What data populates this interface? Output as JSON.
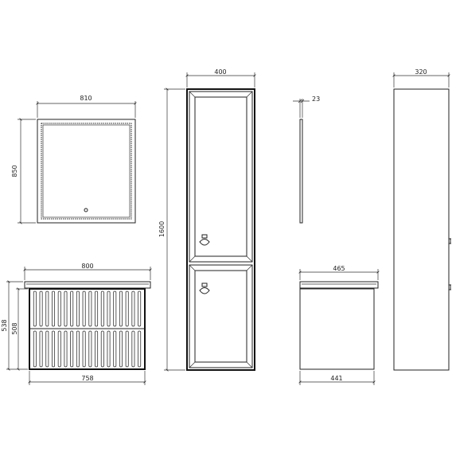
{
  "dimensions": {
    "mirror_width": "810",
    "mirror_height": "850",
    "mirror_depth": "23",
    "vanity_top_width": "800",
    "vanity_body_width": "758",
    "vanity_total_height": "538",
    "vanity_body_height": "508",
    "vanity_side_top_depth": "465",
    "vanity_side_body_depth": "441",
    "cabinet_width": "400",
    "cabinet_height": "1600",
    "cabinet_depth": "320"
  },
  "colors": {
    "line": "#222222",
    "background": "#ffffff"
  }
}
